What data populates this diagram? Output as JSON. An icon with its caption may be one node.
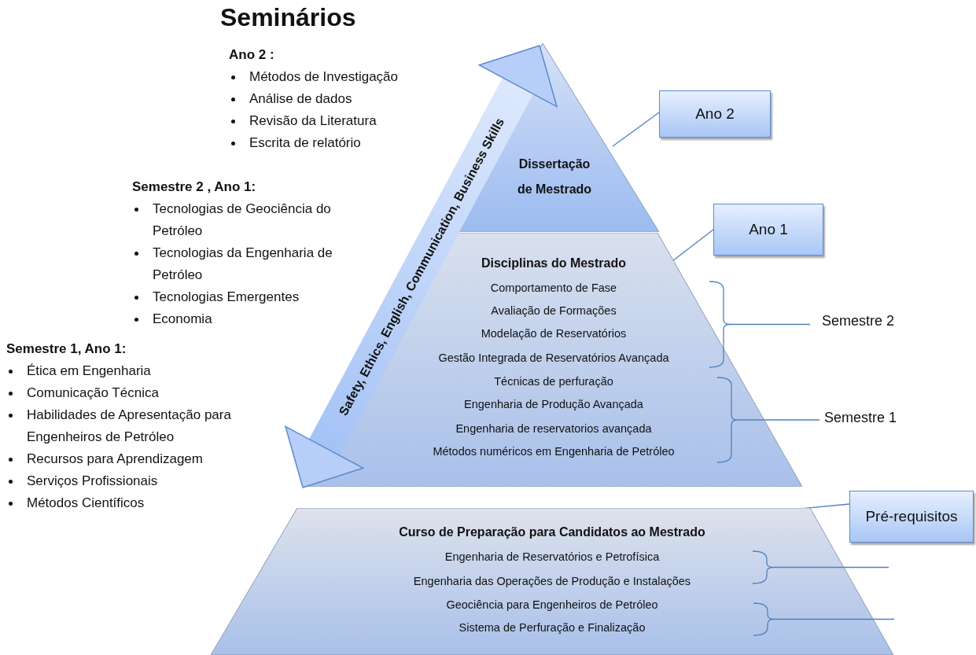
{
  "diagram": {
    "title": "Seminários",
    "nodes": [
      {
        "text": [
          "Dissertação de Mestrado"
        ]
      },
      {
        "text": [
          "Disciplinas do Mestrado",
          "Comportamento de Fase",
          "Avaliação de Formações",
          "Modelação de Reservatórios",
          "Gestão Integrada de Reservatórios Avançada",
          "Técnicas de perfuração",
          "Engenharia de Produção Avançada",
          "Engenharia de reservatorios avançada",
          "Métodos numéricos em Engenharia de Petróleo"
        ]
      },
      {
        "text": [
          "Curso de Preparação para Candidatos ao Mestrado",
          "Engenharia de Reservatórios e Petrofísica",
          "Engenharia das Operações de Produção e Instalações",
          "Geociência para Engenheiros de Petróleo",
          "Sistema de Perfuração e Finalização"
        ]
      },
      {
        "text": [
          "Ano 2"
        ]
      },
      {
        "text": [
          "Ano 1"
        ]
      },
      {
        "text": [
          "Pré-requisitos"
        ]
      }
    ],
    "edges": [
      {
        "from": 3,
        "to": 0,
        "arrow": "none"
      },
      {
        "from": 4,
        "to": 1,
        "arrow": "none"
      },
      {
        "from": 5,
        "to": 2,
        "arrow": "none"
      },
      {
        "from": 1,
        "to": 0,
        "arrow": "both",
        "label": "Safety, Ethics, English, Communication, Business Skills"
      }
    ],
    "labels": [
      "Ano 2 :",
      "Métodos de Investigação",
      "Análise de dados",
      "Revisão da Literatura",
      "Escrita de relatório",
      "Semestre 2 , Ano 1:",
      "Tecnologias de Geociência do Petróleo",
      "Tecnologias da Engenharia de Petróleo",
      "Tecnologias Emergentes",
      "Economia",
      "Semestre 1, Ano 1:",
      "Ética em Engenharia",
      "Comunicação Técnica",
      "Habilidades de Apresentação para Engenheiros de Petróleo",
      "Recursos para Aprendizagem",
      "Serviços Profissionais",
      "Métodos Científicos",
      "Semestre 2",
      "Semestre 1"
    ]
  }
}
